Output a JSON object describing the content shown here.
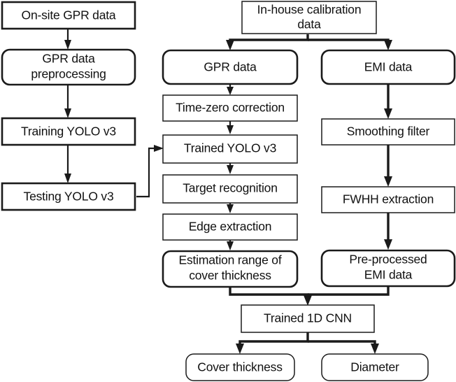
{
  "diagram": {
    "title": "GPR and EMI rebar cover thickness and diameter estimation workflow",
    "colors": {
      "background": "#ffffff",
      "stroke": "#1a1a1a",
      "text": "#111111"
    },
    "nodes": {
      "onsite_gpr_data": {
        "label": "On-site GPR data",
        "shape": "rectangle"
      },
      "gpr_data_preprocessing_line1": {
        "label": "GPR data",
        "shape": "rounded"
      },
      "gpr_data_preprocessing_line2": {
        "label": "preprocessing",
        "shape": "rounded"
      },
      "training_yolo_v3": {
        "label": "Training YOLO v3",
        "shape": "rectangle"
      },
      "testing_yolo_v3": {
        "label": "Testing YOLO v3",
        "shape": "rectangle"
      },
      "in_house_calibration_line1": {
        "label": "In-house calibration",
        "shape": "rectangle"
      },
      "in_house_calibration_line2": {
        "label": "data",
        "shape": "rectangle"
      },
      "gpr_data": {
        "label": "GPR data",
        "shape": "rounded"
      },
      "emi_data": {
        "label": "EMI data",
        "shape": "rounded"
      },
      "time_zero_correction": {
        "label": "Time-zero correction",
        "shape": "rectangle"
      },
      "trained_yolo_v3": {
        "label": "Trained YOLO v3",
        "shape": "rectangle"
      },
      "target_recognition": {
        "label": "Target recognition",
        "shape": "rectangle"
      },
      "edge_extraction": {
        "label": "Edge extraction",
        "shape": "rectangle"
      },
      "estimation_range_line1": {
        "label": "Estimation range of",
        "shape": "rounded"
      },
      "estimation_range_line2": {
        "label": "cover thickness",
        "shape": "rounded"
      },
      "smoothing_filter": {
        "label": "Smoothing filter",
        "shape": "rectangle"
      },
      "fwhh_extraction": {
        "label": "FWHH extraction",
        "shape": "rectangle"
      },
      "preprocessed_emi_line1": {
        "label": "Pre-processed",
        "shape": "rounded"
      },
      "preprocessed_emi_line2": {
        "label": "EMI data",
        "shape": "rounded"
      },
      "trained_1d_cnn": {
        "label": "Trained 1D CNN",
        "shape": "rectangle"
      },
      "cover_thickness": {
        "label": "Cover thickness",
        "shape": "rounded"
      },
      "diameter": {
        "label": "Diameter",
        "shape": "rounded"
      }
    },
    "edges": [
      {
        "from": "onsite_gpr_data",
        "to": "gpr_data_preprocessing"
      },
      {
        "from": "gpr_data_preprocessing",
        "to": "training_yolo_v3"
      },
      {
        "from": "training_yolo_v3",
        "to": "testing_yolo_v3"
      },
      {
        "from": "testing_yolo_v3",
        "to": "trained_yolo_v3"
      },
      {
        "from": "in_house_calibration",
        "to": "gpr_data"
      },
      {
        "from": "in_house_calibration",
        "to": "emi_data"
      },
      {
        "from": "gpr_data",
        "to": "time_zero_correction"
      },
      {
        "from": "time_zero_correction",
        "to": "trained_yolo_v3"
      },
      {
        "from": "trained_yolo_v3",
        "to": "target_recognition"
      },
      {
        "from": "target_recognition",
        "to": "edge_extraction"
      },
      {
        "from": "edge_extraction",
        "to": "estimation_range"
      },
      {
        "from": "emi_data",
        "to": "smoothing_filter"
      },
      {
        "from": "smoothing_filter",
        "to": "fwhh_extraction"
      },
      {
        "from": "fwhh_extraction",
        "to": "preprocessed_emi"
      },
      {
        "from": "estimation_range",
        "to": "trained_1d_cnn"
      },
      {
        "from": "preprocessed_emi",
        "to": "trained_1d_cnn"
      },
      {
        "from": "trained_1d_cnn",
        "to": "cover_thickness"
      },
      {
        "from": "trained_1d_cnn",
        "to": "diameter"
      }
    ]
  }
}
